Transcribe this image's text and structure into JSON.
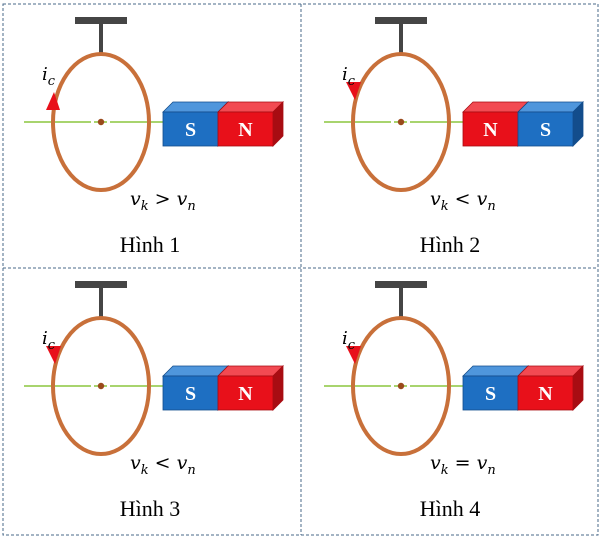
{
  "panels": [
    {
      "caption": "Hình 1",
      "current_label": {
        "base": "i",
        "sub": "c"
      },
      "current_direction": "up",
      "magnet_near_pole": "S",
      "magnet_far_pole": "N",
      "velocity_relation": {
        "left_sub": "k",
        "relation": ">",
        "right_sub": "n"
      }
    },
    {
      "caption": "Hình 2",
      "current_label": {
        "base": "i",
        "sub": "c"
      },
      "current_direction": "down",
      "magnet_near_pole": "N",
      "magnet_far_pole": "S",
      "velocity_relation": {
        "left_sub": "k",
        "relation": "<",
        "right_sub": "n"
      }
    },
    {
      "caption": "Hình 3",
      "current_label": {
        "base": "i",
        "sub": "c"
      },
      "current_direction": "down",
      "magnet_near_pole": "S",
      "magnet_far_pole": "N",
      "velocity_relation": {
        "left_sub": "k",
        "relation": "<",
        "right_sub": "n"
      }
    },
    {
      "caption": "Hình 4",
      "current_label": {
        "base": "i",
        "sub": "c"
      },
      "current_direction": "down",
      "magnet_near_pole": "S",
      "magnet_far_pole": "N",
      "velocity_relation": {
        "left_sub": "k",
        "relation": "=",
        "right_sub": "n"
      }
    }
  ],
  "velocity_symbol": "v",
  "colors": {
    "ring": "#c8703a",
    "arrow": "#e8101a",
    "north": "#e8101a",
    "south": "#1e6fc2",
    "axis": "#8cc63f",
    "hanger": "#454545",
    "border": "#4a6a8a"
  }
}
